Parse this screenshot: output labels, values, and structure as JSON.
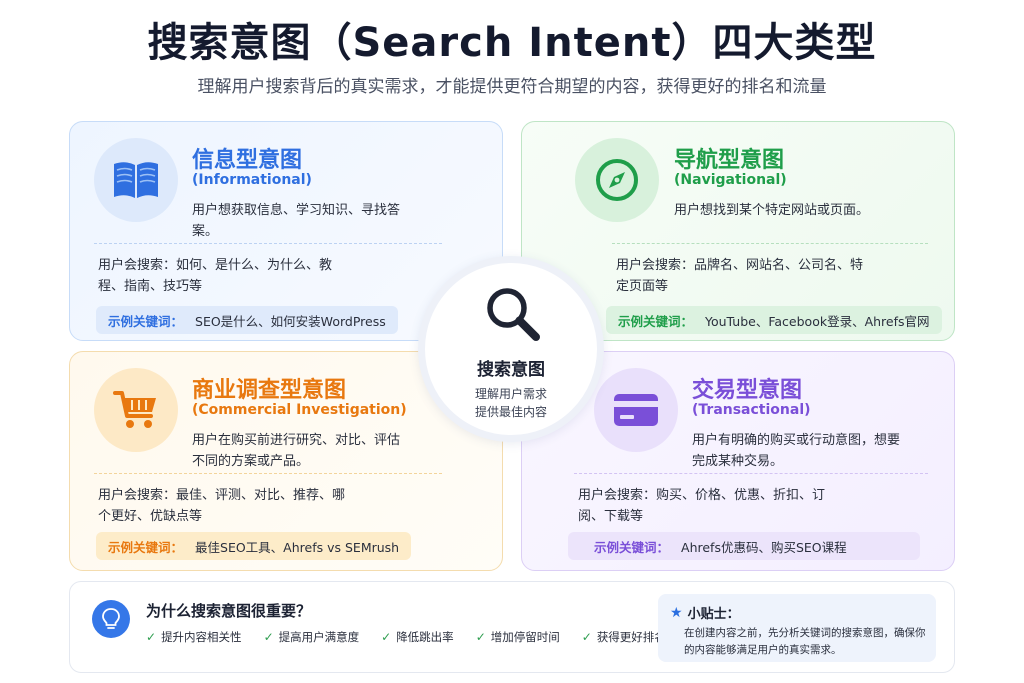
{
  "title": "搜索意图（Search Intent）四大类型",
  "subtitle": "理解用户搜索背后的真实需求，才能提供更符合期望的内容，获得更好的排名和流量",
  "colors": {
    "informational": "#2f6fe0",
    "navigational": "#1f9e4a",
    "commercial": "#e8780f",
    "transactional": "#7a4fd8"
  },
  "cards": [
    {
      "title": "信息型意图",
      "english": "(Informational)",
      "desc": "用户想获取信息、学习知识、寻找答案。",
      "search": "用户会搜索：如何、是什么、为什么、教程、指南、技巧等",
      "keyword_label": "示例关键词：",
      "keyword_value": "SEO是什么、如何安装WordPress",
      "icon": "book-icon"
    },
    {
      "title": "导航型意图",
      "english": "(Navigational)",
      "desc": "用户想找到某个特定网站或页面。",
      "search": "用户会搜索：品牌名、网站名、公司名、特定页面等",
      "keyword_label": "示例关键词：",
      "keyword_value": "YouTube、Facebook登录、Ahrefs官网",
      "icon": "compass-icon"
    },
    {
      "title": "商业调查型意图",
      "english": "(Commercial Investigation)",
      "desc": "用户在购买前进行研究、对比、评估不同的方案或产品。",
      "search": "用户会搜索：最佳、评测、对比、推荐、哪个更好、优缺点等",
      "keyword_label": "示例关键词：",
      "keyword_value": "最佳SEO工具、Ahrefs vs SEMrush",
      "icon": "cart-icon"
    },
    {
      "title": "交易型意图",
      "english": "(Transactional)",
      "desc": "用户有明确的购买或行动意图，想要完成某种交易。",
      "search": "用户会搜索：购买、价格、优惠、折扣、订阅、下载等",
      "keyword_label": "示例关键词：",
      "keyword_value": "Ahrefs优惠码、购买SEO课程",
      "icon": "credit-card-icon"
    }
  ],
  "center": {
    "title": "搜索意图",
    "line1": "理解用户需求",
    "line2": "提供最佳内容",
    "icon": "search-icon"
  },
  "bottom": {
    "question": "为什么搜索意图很重要？",
    "benefits": [
      "提升内容相关性",
      "提高用户满意度",
      "降低跳出率",
      "增加停留时间",
      "获得更好排名"
    ],
    "tips_title": "小贴士：",
    "tips_text": "在创建内容之前，先分析关键词的搜索意图，确保你的内容能够满足用户的真实需求。",
    "icon": "lightbulb-icon"
  }
}
